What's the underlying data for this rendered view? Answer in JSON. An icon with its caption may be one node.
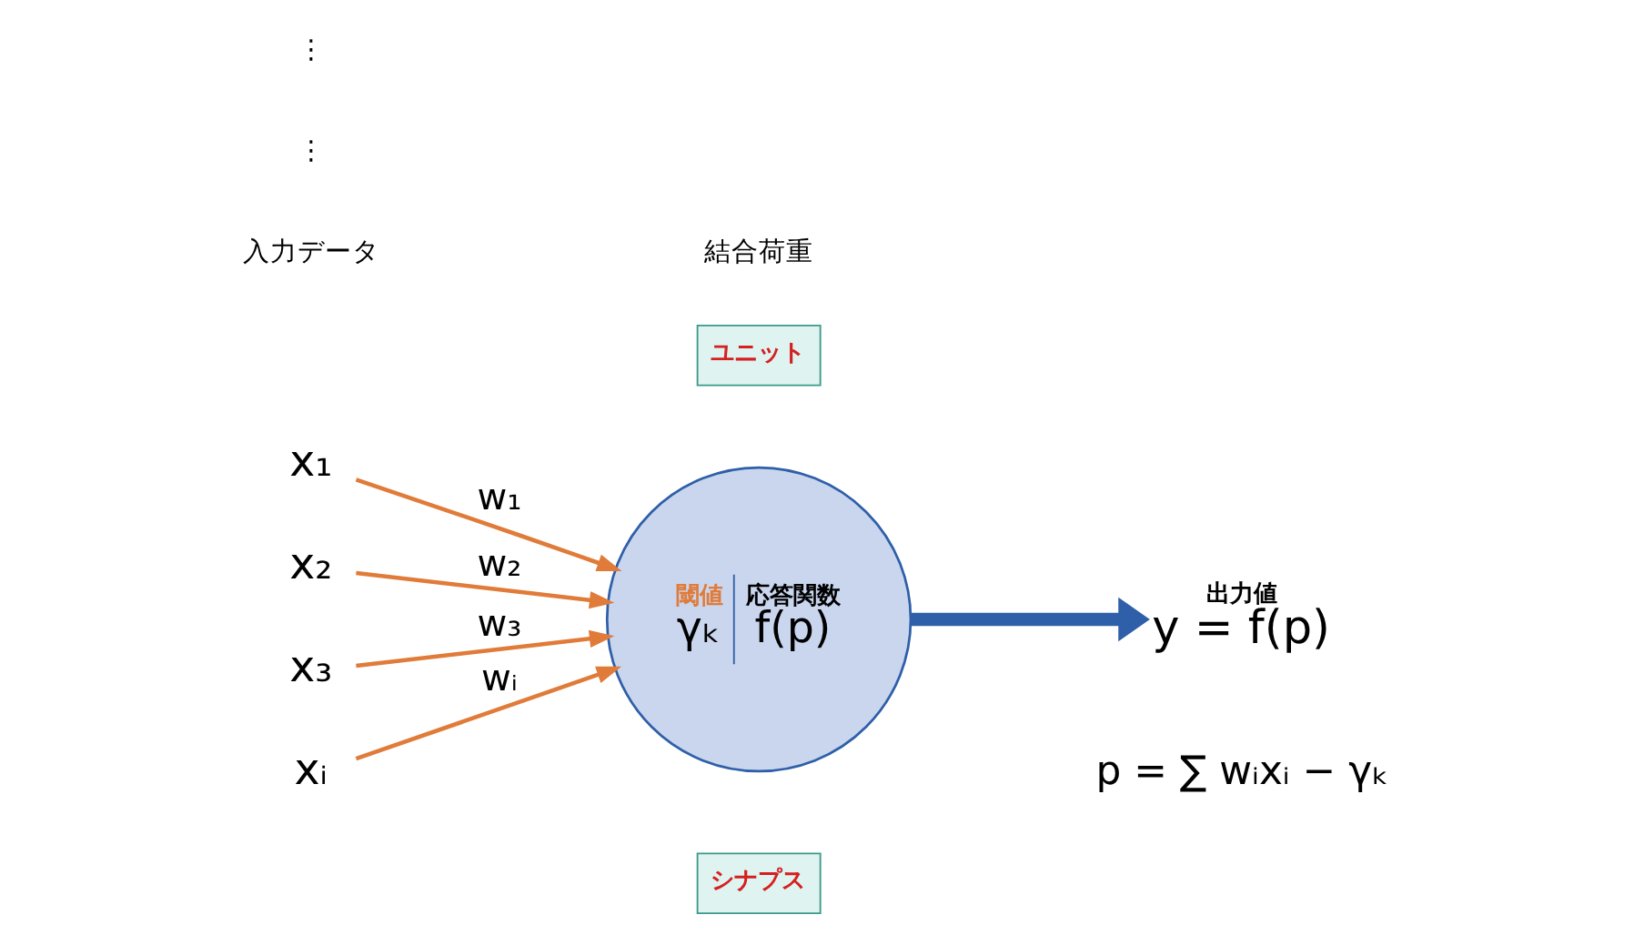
{
  "diagram": {
    "nodes": [
      {
        "text": [
          "x₁"
        ]
      },
      {
        "text": [
          "x₂"
        ]
      },
      {
        "text": [
          "x₃"
        ]
      },
      {
        "text": [
          "xᵢ"
        ]
      },
      {
        "text": [
          "閾値",
          "γₖ",
          "応答関数",
          "f(p)"
        ]
      },
      {
        "text": [
          "ユニット"
        ]
      },
      {
        "text": [
          "シナプス"
        ]
      },
      {
        "text": [
          "y = f(p)"
        ],
        "beside": [
          "出力値"
        ]
      }
    ],
    "edges": [
      {
        "from": 0,
        "to": 4,
        "arrow": "to",
        "label": "w₁"
      },
      {
        "from": 1,
        "to": 4,
        "arrow": "to",
        "label": "w₂"
      },
      {
        "from": 2,
        "to": 4,
        "arrow": "to",
        "label": "w₃"
      },
      {
        "from": 3,
        "to": 4,
        "arrow": "to",
        "label": "wᵢ"
      },
      {
        "from": 4,
        "to": 7,
        "arrow": "to",
        "style": "thick",
        "color": "#2e5fa8"
      }
    ],
    "labels": [
      "入力データ",
      "結合荷重",
      "⋮",
      "⋮",
      "p = ∑ wᵢxᵢ − γₖ"
    ]
  }
}
